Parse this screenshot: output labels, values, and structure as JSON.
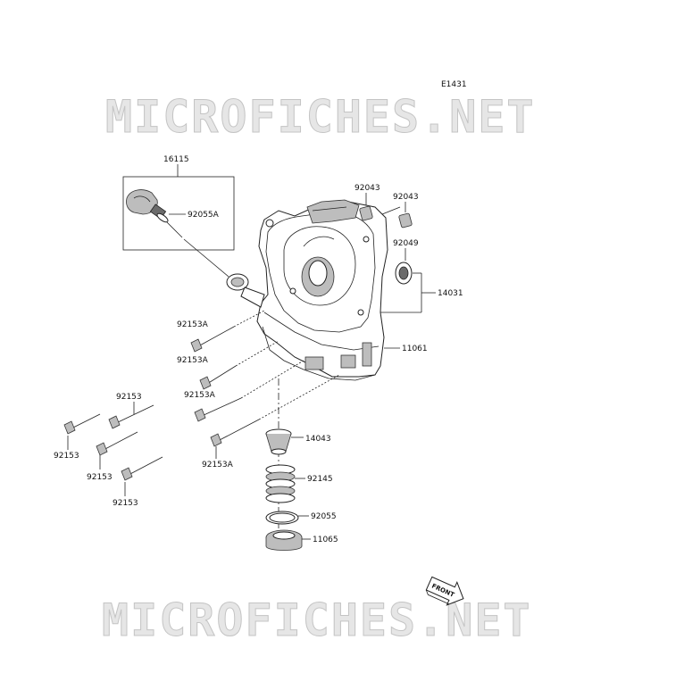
{
  "diagram": {
    "ref_code": "E1431",
    "watermark_text": "MICROFICHES.NET",
    "front_label": "FRONT",
    "parts": [
      {
        "id": "p16115",
        "label": "16115"
      },
      {
        "id": "p92055A",
        "label": "92055A"
      },
      {
        "id": "p92043a",
        "label": "92043"
      },
      {
        "id": "p92043b",
        "label": "92043"
      },
      {
        "id": "p92049",
        "label": "92049"
      },
      {
        "id": "p14031",
        "label": "14031"
      },
      {
        "id": "p11061",
        "label": "11061"
      },
      {
        "id": "p92153Aa",
        "label": "92153A"
      },
      {
        "id": "p92153Ab",
        "label": "92153A"
      },
      {
        "id": "p92153Ac",
        "label": "92153A"
      },
      {
        "id": "p92153Ad",
        "label": "92153A"
      },
      {
        "id": "p92153a",
        "label": "92153"
      },
      {
        "id": "p92153b",
        "label": "92153"
      },
      {
        "id": "p92153c",
        "label": "92153"
      },
      {
        "id": "p92153d",
        "label": "92153"
      },
      {
        "id": "p14043",
        "label": "14043"
      },
      {
        "id": "p92145",
        "label": "92145"
      },
      {
        "id": "p92055",
        "label": "92055"
      },
      {
        "id": "p11065",
        "label": "11065"
      }
    ]
  }
}
